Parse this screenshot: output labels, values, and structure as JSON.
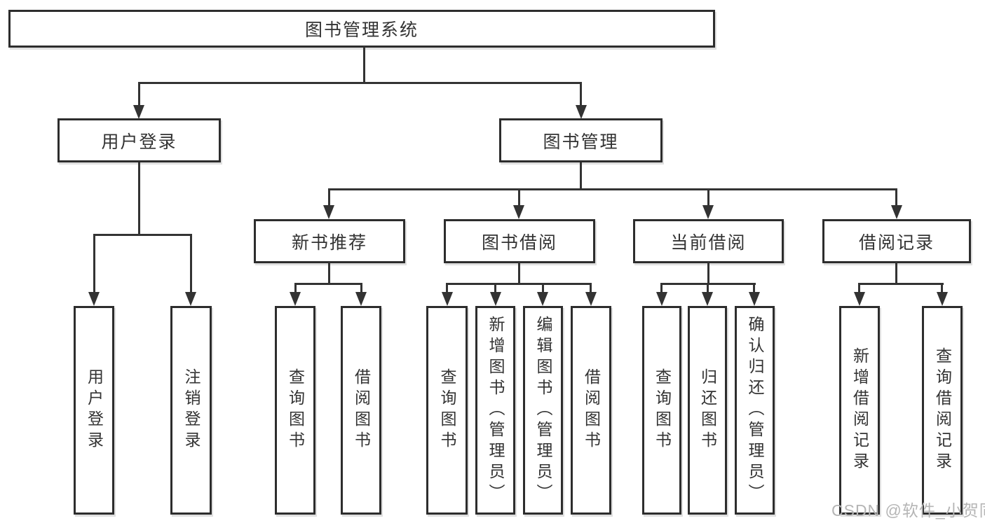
{
  "diagram": {
    "title": "图书管理系统",
    "watermark": "CSDN @软件_小贺同学",
    "colors": {
      "line": "#333333",
      "box_border": "#2d2d2d",
      "text": "#333333",
      "watermark": "#b5b5b5",
      "background": "#ffffff"
    },
    "nodes": {
      "root": {
        "label": "图书管理系统"
      },
      "user_login": {
        "label": "用户登录"
      },
      "book_mgmt": {
        "label": "图书管理"
      },
      "login": {
        "label": "用户登录"
      },
      "logout": {
        "label": "注销登录"
      },
      "new_book_rec": {
        "label": "新书推荐"
      },
      "book_borrow": {
        "label": "图书借阅"
      },
      "current_borrow": {
        "label": "当前借阅"
      },
      "borrow_record": {
        "label": "借阅记录"
      },
      "rec_query": {
        "label": "查询图书"
      },
      "rec_borrow": {
        "label": "借阅图书"
      },
      "bb_query": {
        "label": "查询图书"
      },
      "bb_add": {
        "label": "新增图书（管理员）"
      },
      "bb_edit": {
        "label": "编辑图书（管理员）"
      },
      "bb_borrow": {
        "label": "借阅图书"
      },
      "cb_query": {
        "label": "查询图书"
      },
      "cb_return": {
        "label": "归还图书"
      },
      "cb_confirm": {
        "label": "确认归还（管理员）"
      },
      "br_add": {
        "label": "新增借阅记录"
      },
      "br_query": {
        "label": "查询借阅记录"
      }
    },
    "edges": [
      [
        "root",
        "user_login"
      ],
      [
        "root",
        "book_mgmt"
      ],
      [
        "user_login",
        "login"
      ],
      [
        "user_login",
        "logout"
      ],
      [
        "book_mgmt",
        "new_book_rec"
      ],
      [
        "book_mgmt",
        "book_borrow"
      ],
      [
        "book_mgmt",
        "current_borrow"
      ],
      [
        "book_mgmt",
        "borrow_record"
      ],
      [
        "new_book_rec",
        "rec_query"
      ],
      [
        "new_book_rec",
        "rec_borrow"
      ],
      [
        "book_borrow",
        "bb_query"
      ],
      [
        "book_borrow",
        "bb_add"
      ],
      [
        "book_borrow",
        "bb_edit"
      ],
      [
        "book_borrow",
        "bb_borrow"
      ],
      [
        "current_borrow",
        "cb_query"
      ],
      [
        "current_borrow",
        "cb_return"
      ],
      [
        "current_borrow",
        "cb_confirm"
      ],
      [
        "borrow_record",
        "br_add"
      ],
      [
        "borrow_record",
        "br_query"
      ]
    ]
  }
}
